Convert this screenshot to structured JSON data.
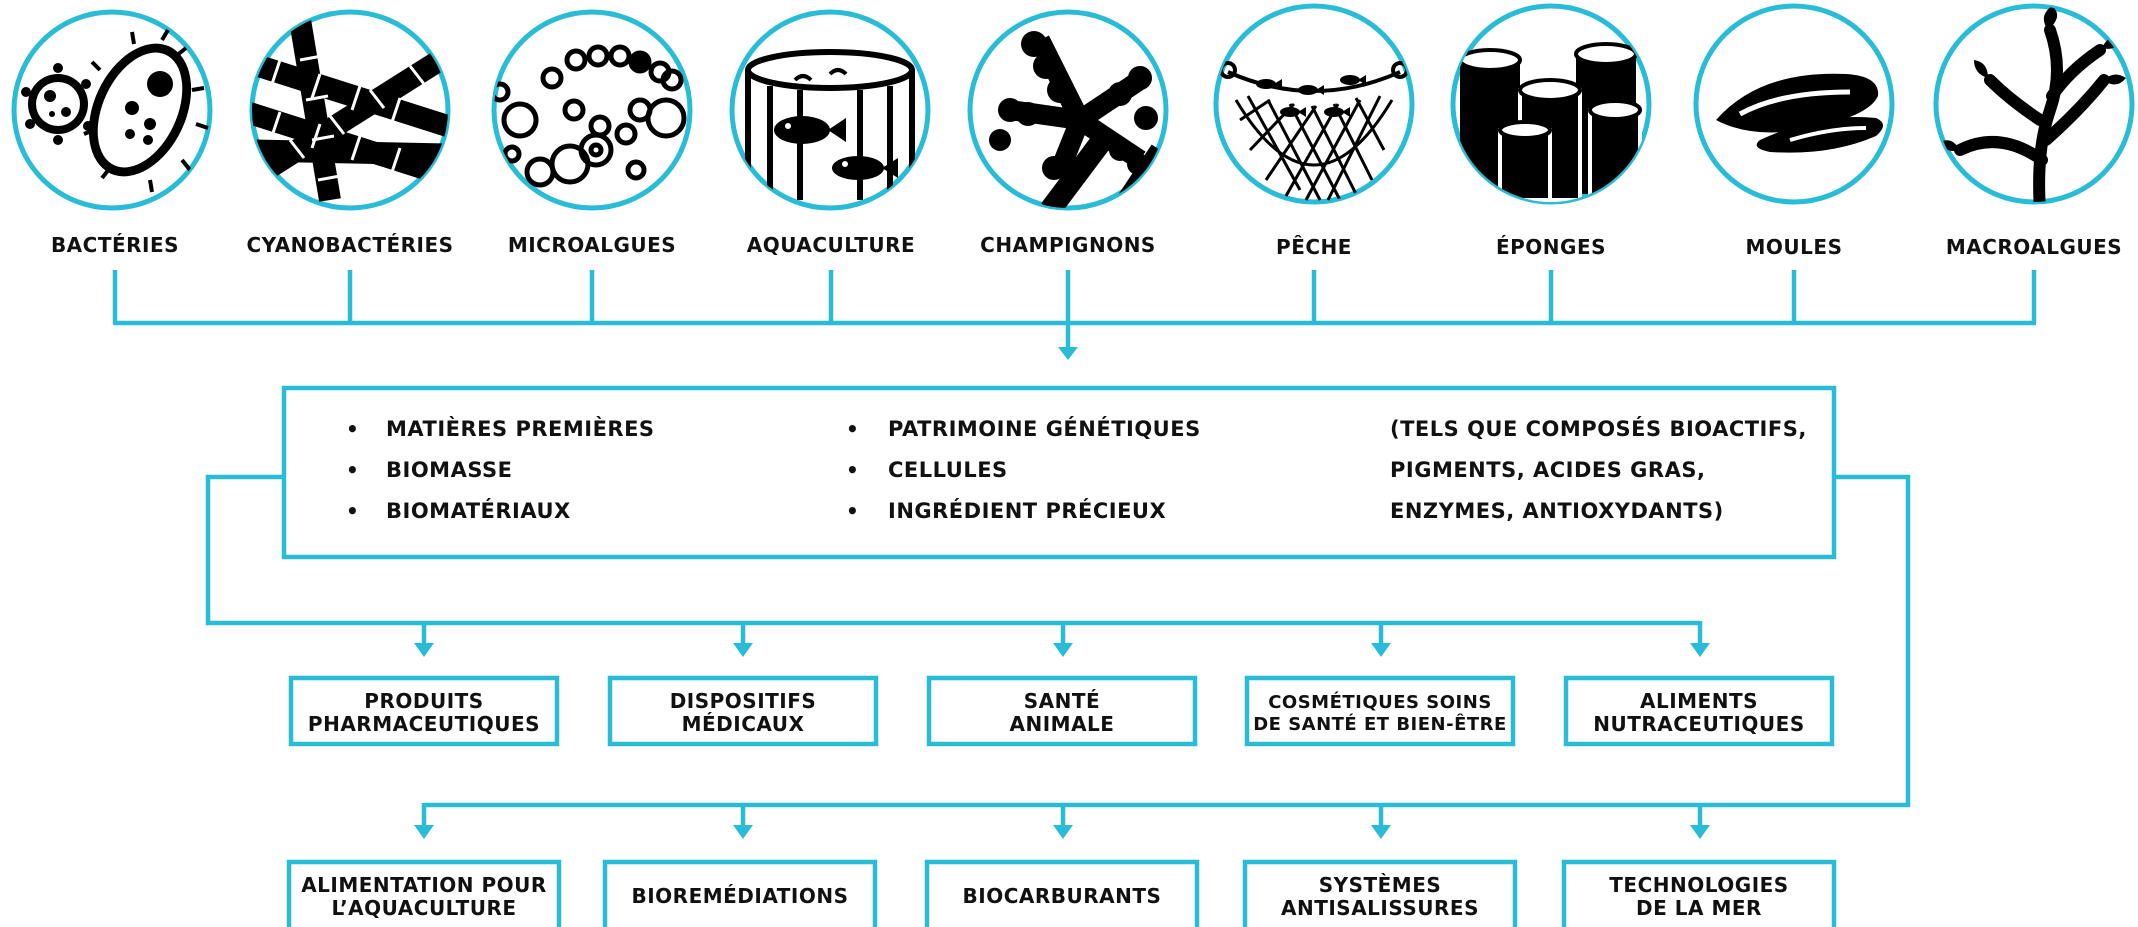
{
  "colors": {
    "accent": "#29bcd6",
    "ink": "#000000",
    "background": "#ffffff"
  },
  "sources": [
    {
      "label": "BACTÉRIES",
      "icon": "bacteria-icon"
    },
    {
      "label": "CYANOBACTÉRIES",
      "icon": "cyanobacteria-icon"
    },
    {
      "label": "MICROALGUES",
      "icon": "microalgae-icon"
    },
    {
      "label": "AQUACULTURE",
      "icon": "aquaculture-tank-icon"
    },
    {
      "label": "CHAMPIGNONS",
      "icon": "fungi-icon"
    },
    {
      "label": "PÊCHE",
      "icon": "fishing-net-icon"
    },
    {
      "label": "ÉPONGES",
      "icon": "sponges-icon"
    },
    {
      "label": "MOULES",
      "icon": "mussels-icon"
    },
    {
      "label": "MACROALGUES",
      "icon": "seaweed-icon"
    }
  ],
  "central": {
    "bullet": "•",
    "column1": [
      "MATIÈRES PREMIÈRES",
      "BIOMASSE",
      "BIOMATÉRIAUX"
    ],
    "column2": [
      "PATRIMOINE GÉNÉTIQUES",
      "CELLULES",
      "INGRÉDIENT PRÉCIEUX"
    ],
    "column3": [
      "(TELS QUE COMPOSÉS BIOACTIFS,",
      "PIGMENTS, ACIDES GRAS,",
      "ENZYMES, ANTIOXYDANTS)"
    ]
  },
  "outputs_row1": [
    [
      "PRODUITS",
      "PHARMACEUTIQUES"
    ],
    [
      "DISPOSITIFS",
      "MÉDICAUX"
    ],
    [
      "SANTÉ",
      "ANIMALE"
    ],
    [
      "COSMÉTIQUES SOINS",
      "DE SANTÉ ET BIEN-ÊTRE"
    ],
    [
      "ALIMENTS",
      "NUTRACEUTIQUES"
    ]
  ],
  "outputs_row2": [
    [
      "ALIMENTATION POUR",
      "L’AQUACULTURE"
    ],
    [
      "BIOREMÉDIATIONS"
    ],
    [
      "BIOCARBURANTS"
    ],
    [
      "SYSTÈMES",
      "ANTISALISSURES"
    ],
    [
      "TECHNOLOGIES",
      "DE LA MER"
    ]
  ]
}
